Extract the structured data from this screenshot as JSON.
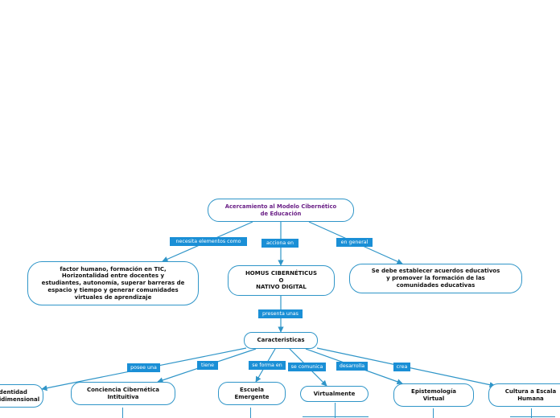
{
  "colors": {
    "border": "#2f95c8",
    "label_bg": "#1a8fd6",
    "root_text": "#6a1f86"
  },
  "nodes": {
    "root": "Acercamiento al Modelo Cibernético\nde Educación",
    "factor": "factor humano, formación en TIC,\nHorizontalidad entre docentes y\nestudiantes, autonomía, superar barreras de\nespacio y tiempo y generar comunidades\nvirtuales de aprendizaje",
    "homus": "HOMUS CIBERNÉTICUS\nO\nNATIVO DIGITAL",
    "acuerdos": "Se debe establecer acuerdos educativos\ny promover la formación de las\ncomunidades educativas",
    "caracteristicas": "Caracteristicas",
    "identidad": "Identidad\nmultidimensional",
    "conciencia": "Conciencia Cibernética\nIntituitiva",
    "escuela": "Escuela\nEmergente",
    "virtualmente": "Virtualmente",
    "epistemologia": "Epistemología\nVirtual",
    "cultura": "Cultura a Escala\nHumana"
  },
  "labels": {
    "necesita": "necesita elementos como",
    "acciona": "acciona en",
    "general": "en general",
    "presenta": "presenta unas",
    "posee": "posee una",
    "tiene": "tiene",
    "forma": "se forma en",
    "comunica": "se comunica",
    "desarrolla": "desarrolla",
    "crea": "crea"
  }
}
